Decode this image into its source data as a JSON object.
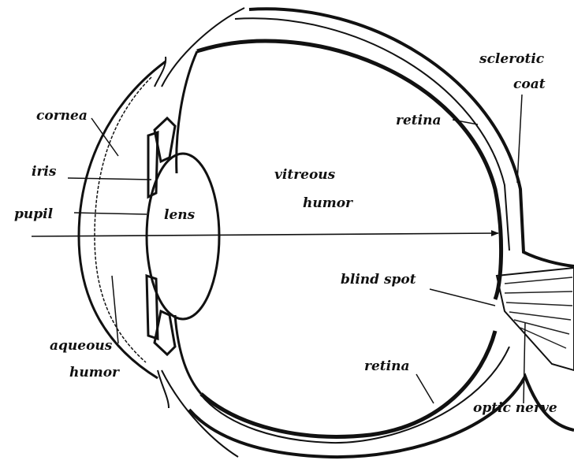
{
  "labels": {
    "cornea": "cornea",
    "iris": "iris",
    "pupil": "pupil",
    "lens": "lens",
    "vitreous_1": "vitreous",
    "vitreous_2": "humor",
    "retina_top": "retina",
    "sclerotic_1": "sclerotic",
    "sclerotic_2": "coat",
    "blind_spot": "blind spot",
    "aqueous_1": "aqueous",
    "aqueous_2": "humor",
    "retina_bottom": "retina",
    "optic_nerve": "optic nerve"
  }
}
